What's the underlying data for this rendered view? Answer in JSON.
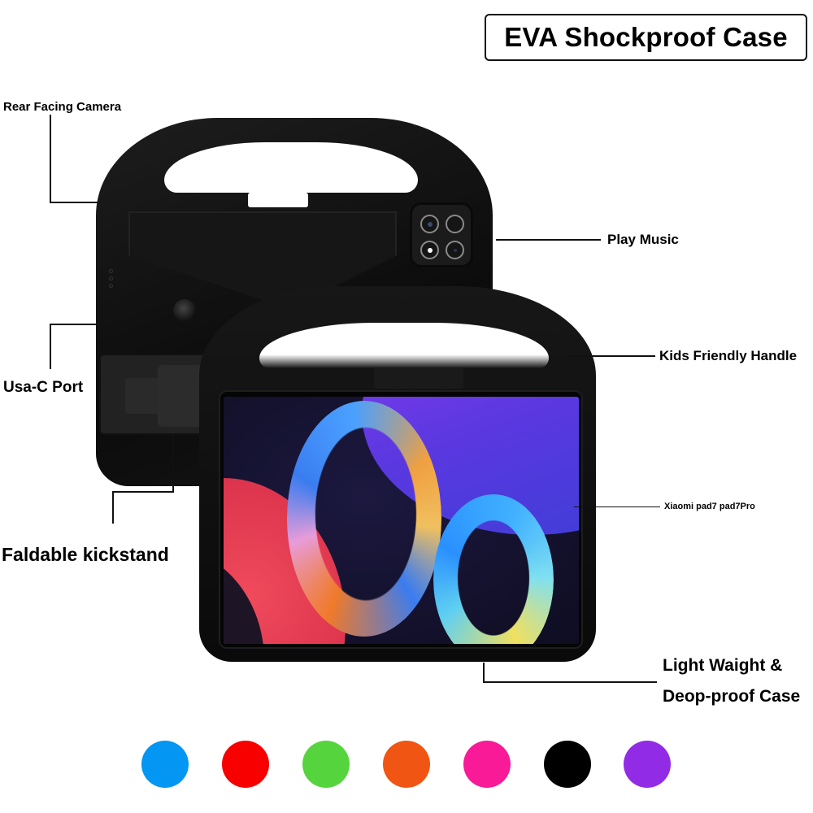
{
  "title": "EVA Shockproof Case",
  "callouts": {
    "rear_camera": "Rear Facing Camera",
    "usb_c": "Usa-C Port",
    "kickstand": "Faldable kickstand",
    "play_music": "Play Music",
    "handle": "Kids Friendly Handle",
    "model": "Xiaomi pad7 pad7Pro",
    "light_weight_line1": "Light Waight &",
    "light_weight_line2": "Deop-proof Case"
  },
  "product_views": [
    {
      "name": "rear-view",
      "case_color": "#111111",
      "features": [
        "handle-icon",
        "camera-module-icon",
        "kickstand-icon",
        "speaker-icon"
      ]
    },
    {
      "name": "front-view",
      "case_color": "#0d0d0d",
      "screen": "tablet-wallpaper-rings"
    }
  ],
  "color_options": [
    {
      "name": "blue",
      "hex": "#0396f2"
    },
    {
      "name": "red",
      "hex": "#f80000"
    },
    {
      "name": "green",
      "hex": "#55d43e"
    },
    {
      "name": "orange",
      "hex": "#f05514"
    },
    {
      "name": "pink",
      "hex": "#f81a96"
    },
    {
      "name": "black",
      "hex": "#000000"
    },
    {
      "name": "purple",
      "hex": "#922be6"
    }
  ]
}
